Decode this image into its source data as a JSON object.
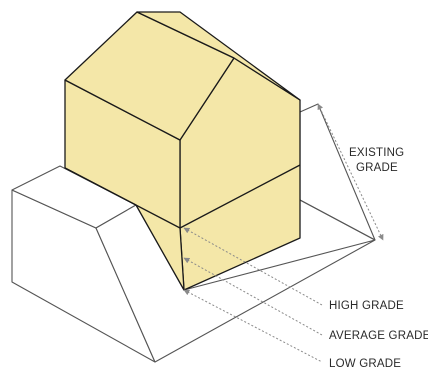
{
  "labels": {
    "existing_grade_line1": "EXISTING",
    "existing_grade_line2": "GRADE",
    "high_grade": "HIGH GRADE",
    "average_grade": "AVERAGE GRADE",
    "low_grade": "LOW GRADE"
  },
  "colors": {
    "house_fill": "#f4e7a8",
    "line": "#1a1a1a",
    "terrain_line": "#555555",
    "leader": "#8a8a8a"
  }
}
